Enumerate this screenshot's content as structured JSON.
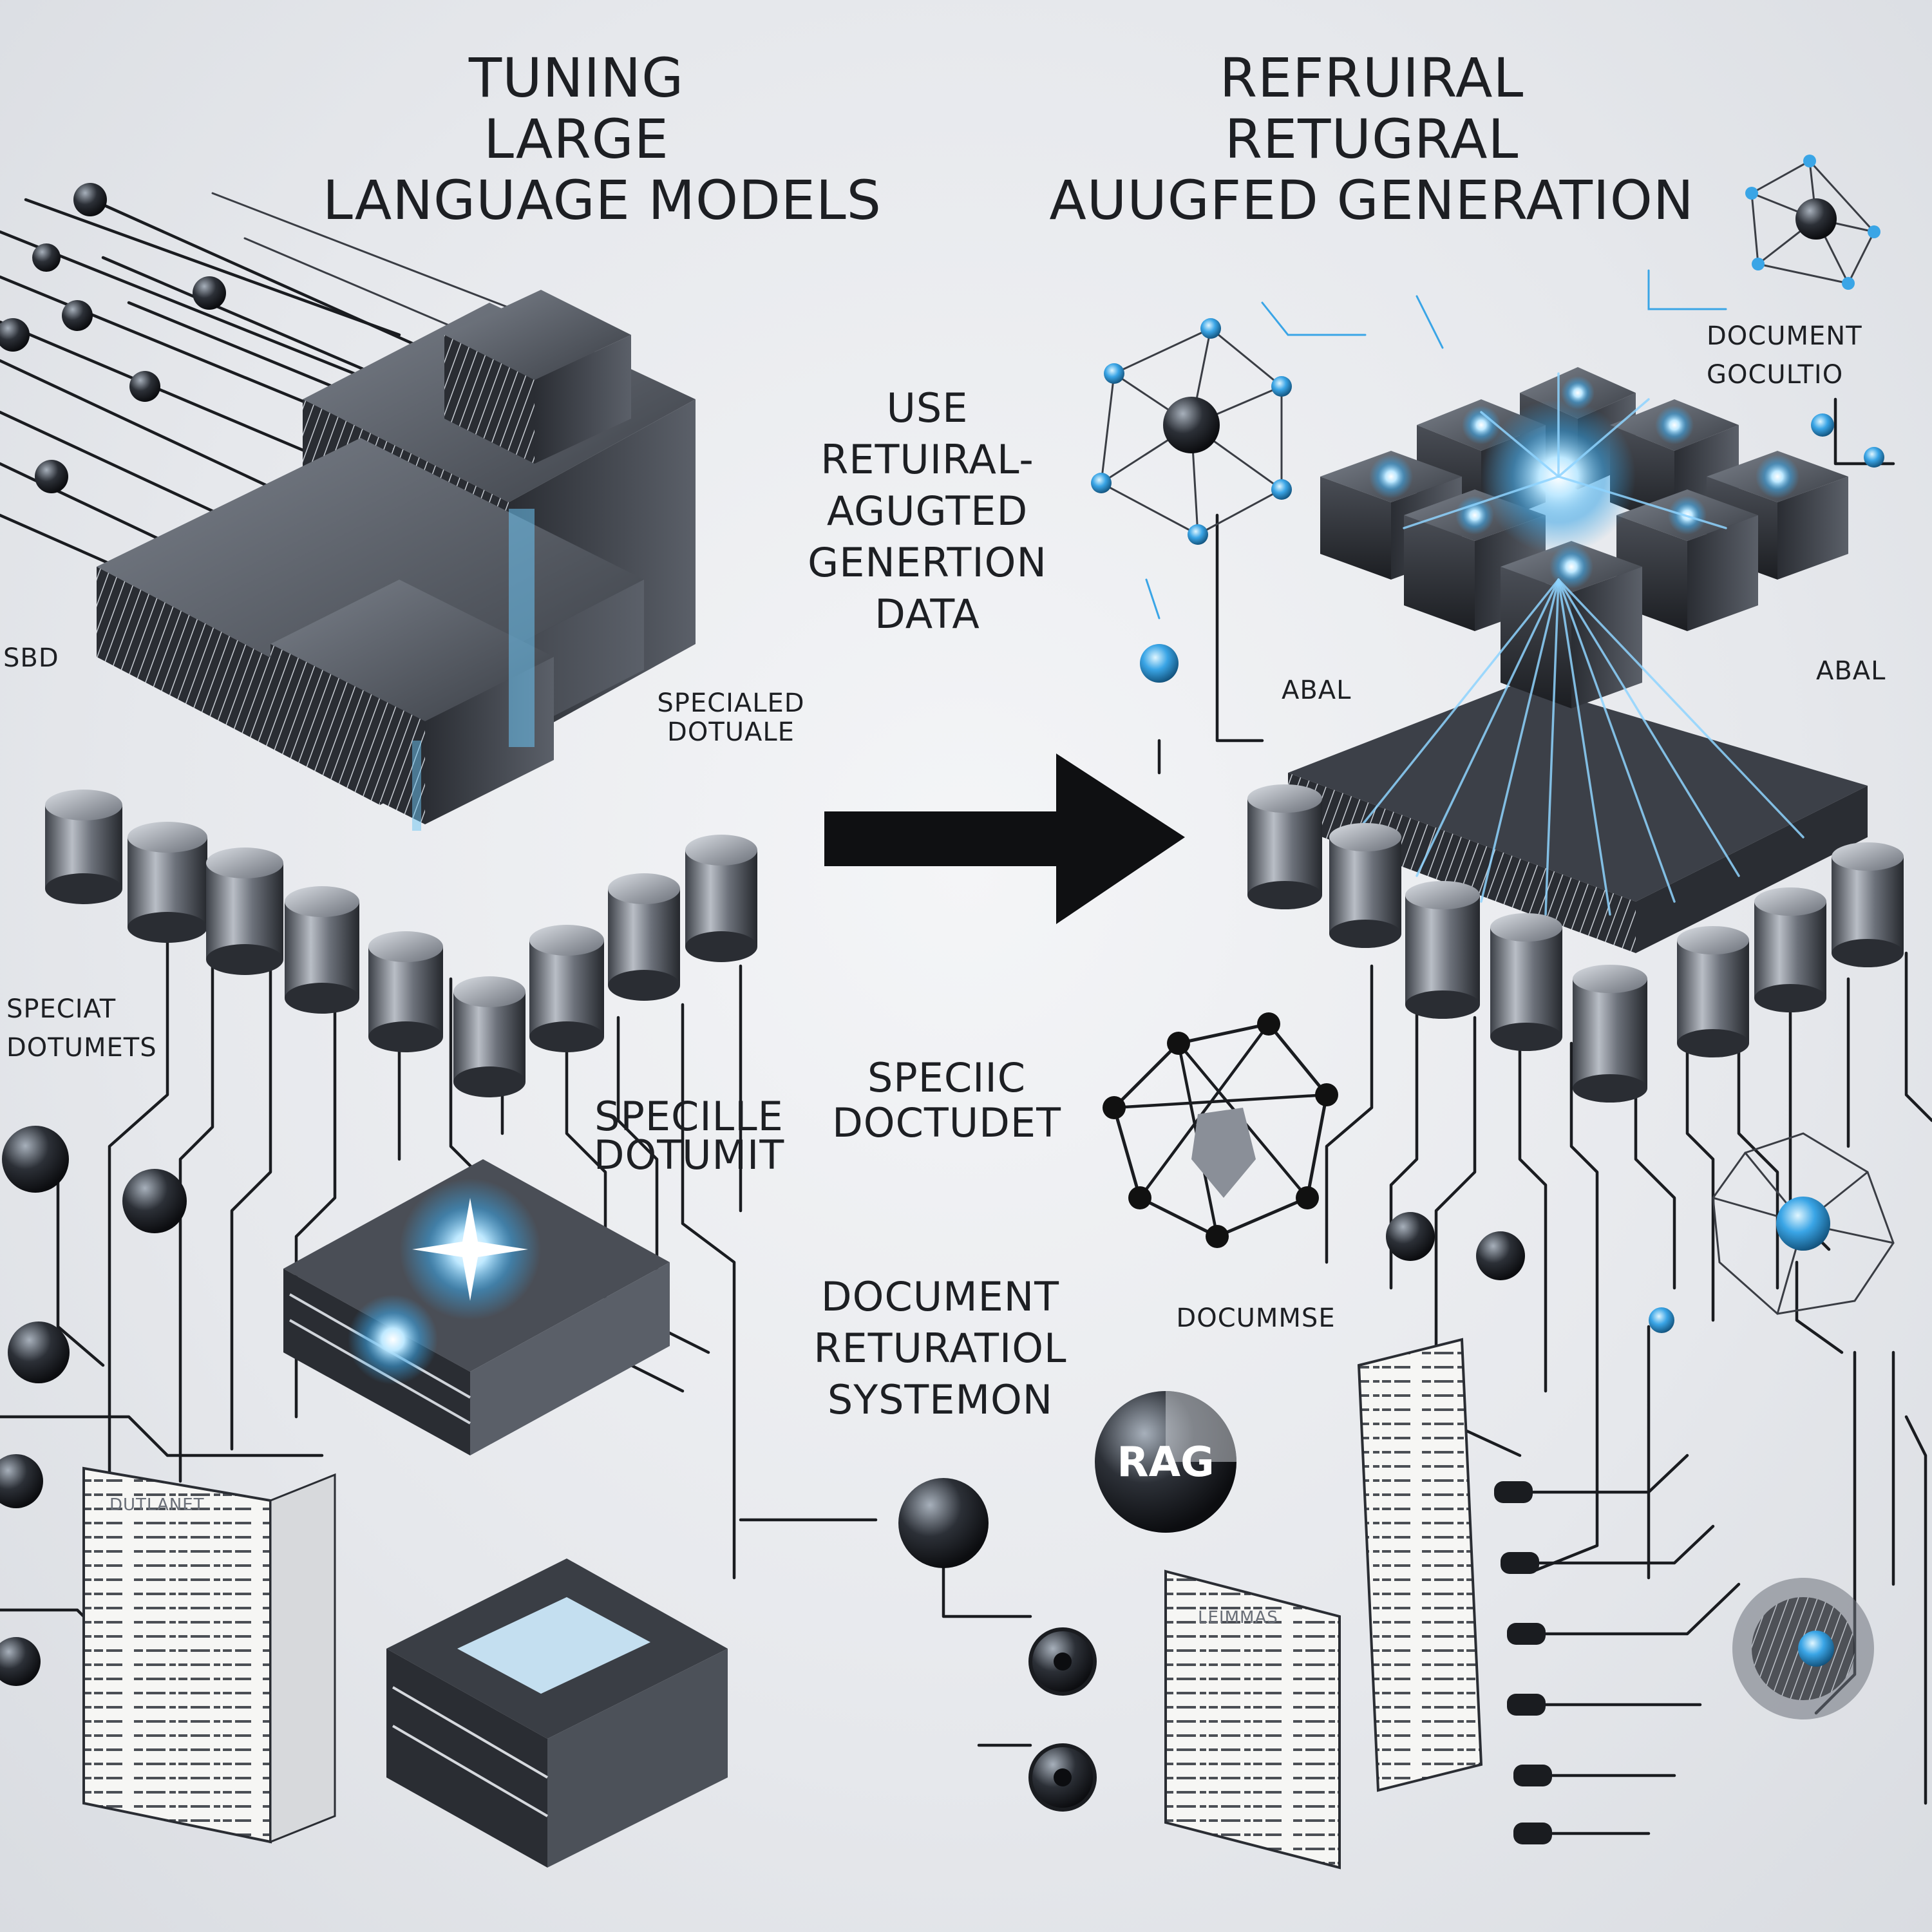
{
  "left_title": [
    "TUNING",
    "LARGE",
    "LANGUAGE MODELS"
  ],
  "right_title": [
    "REFRUIRAL",
    "RETUGRAL",
    "AUUGFED GENERATION"
  ],
  "center_caption": [
    "USE",
    "RETUIRAL-",
    "AGUGTED",
    "GENERTION",
    "DATA"
  ],
  "left_labels": {
    "specialed": [
      "SPECIALED",
      "DOTUALE"
    ],
    "specifiat": [
      "SPECIAT",
      "DOTUMETS"
    ],
    "specille": [
      "SPECILLE",
      "DOTUMIT"
    ],
    "sbd": "SBD",
    "document_sheet": "DUTLANET"
  },
  "center_labels": {
    "specific": [
      "SPECIIC",
      "DOCTUDET"
    ],
    "document_system": [
      "DOCUMENT",
      "RETURATIOL",
      "SYSTEMON"
    ],
    "docubase": "DOCUMMSE",
    "rag_badge": "RAG"
  },
  "right_labels": {
    "document_goculution": [
      "DOCUMENT",
      "GOCULTIO"
    ],
    "abal": "ABAL",
    "abal_small": "ABAL",
    "sheet": "LEIMMAS"
  },
  "colors": {
    "background": "#e8eaee",
    "ink": "#1a1c20",
    "accent_blue": "#3aa5e6",
    "glow_blue": "#8fd4ff",
    "metal_dark": "#2b2e34",
    "metal_light": "#9aa0aa"
  }
}
